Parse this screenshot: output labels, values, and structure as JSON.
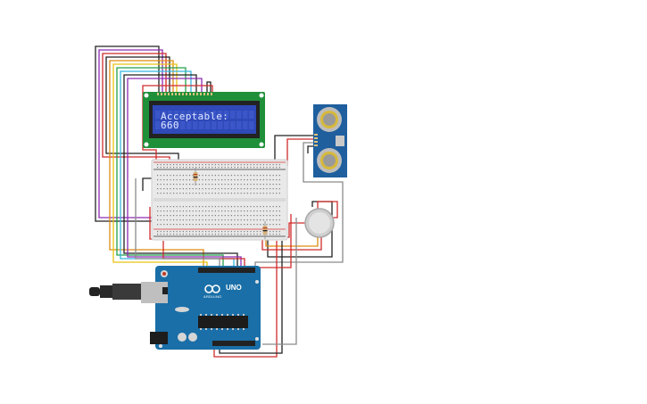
{
  "lcd": {
    "line1": "Acceptable:",
    "line2": "660",
    "backlight_color": "#2f49b8",
    "pcb_color": "#1f8f3a"
  },
  "arduino": {
    "logo_text": "UNO",
    "brand_text": "ARDUINO",
    "board_color": "#1a6fa8"
  },
  "ultrasonic": {
    "board_color": "#1f5f9e"
  },
  "breadboard": {
    "color": "#e9e9e9"
  },
  "wire_colors": [
    "#222222",
    "#8e2bb5",
    "#d12b2b",
    "#e08b12",
    "#e8c214",
    "#22a04a",
    "#35b6e0",
    "#8a8a8a"
  ]
}
